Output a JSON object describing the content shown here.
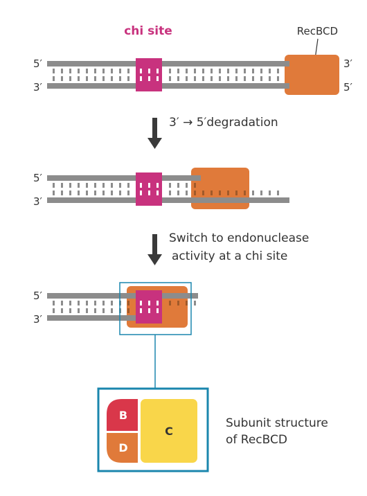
{
  "labels": {
    "chi_site": "chi site",
    "enzyme": "RecBCD",
    "five_prime": "5′",
    "three_prime": "3′"
  },
  "steps": {
    "step1": "3′ → 5′degradation",
    "step2_line1": "Switch to endonuclease",
    "step2_line2": "activity at a chi site"
  },
  "subunits": {
    "b": "B",
    "c": "C",
    "d": "D",
    "caption_line1": "Subunit structure",
    "caption_line2": "of RecBCD"
  },
  "colors": {
    "strand": "#8c8c8c",
    "chi": "#c8327e",
    "recbcd": "#e07a3a",
    "subunit_b": "#d9374a",
    "subunit_c": "#f9d64a",
    "subunit_d": "#e07a3a",
    "frame": "#1a86ad",
    "arrow": "#3a3a3a"
  }
}
